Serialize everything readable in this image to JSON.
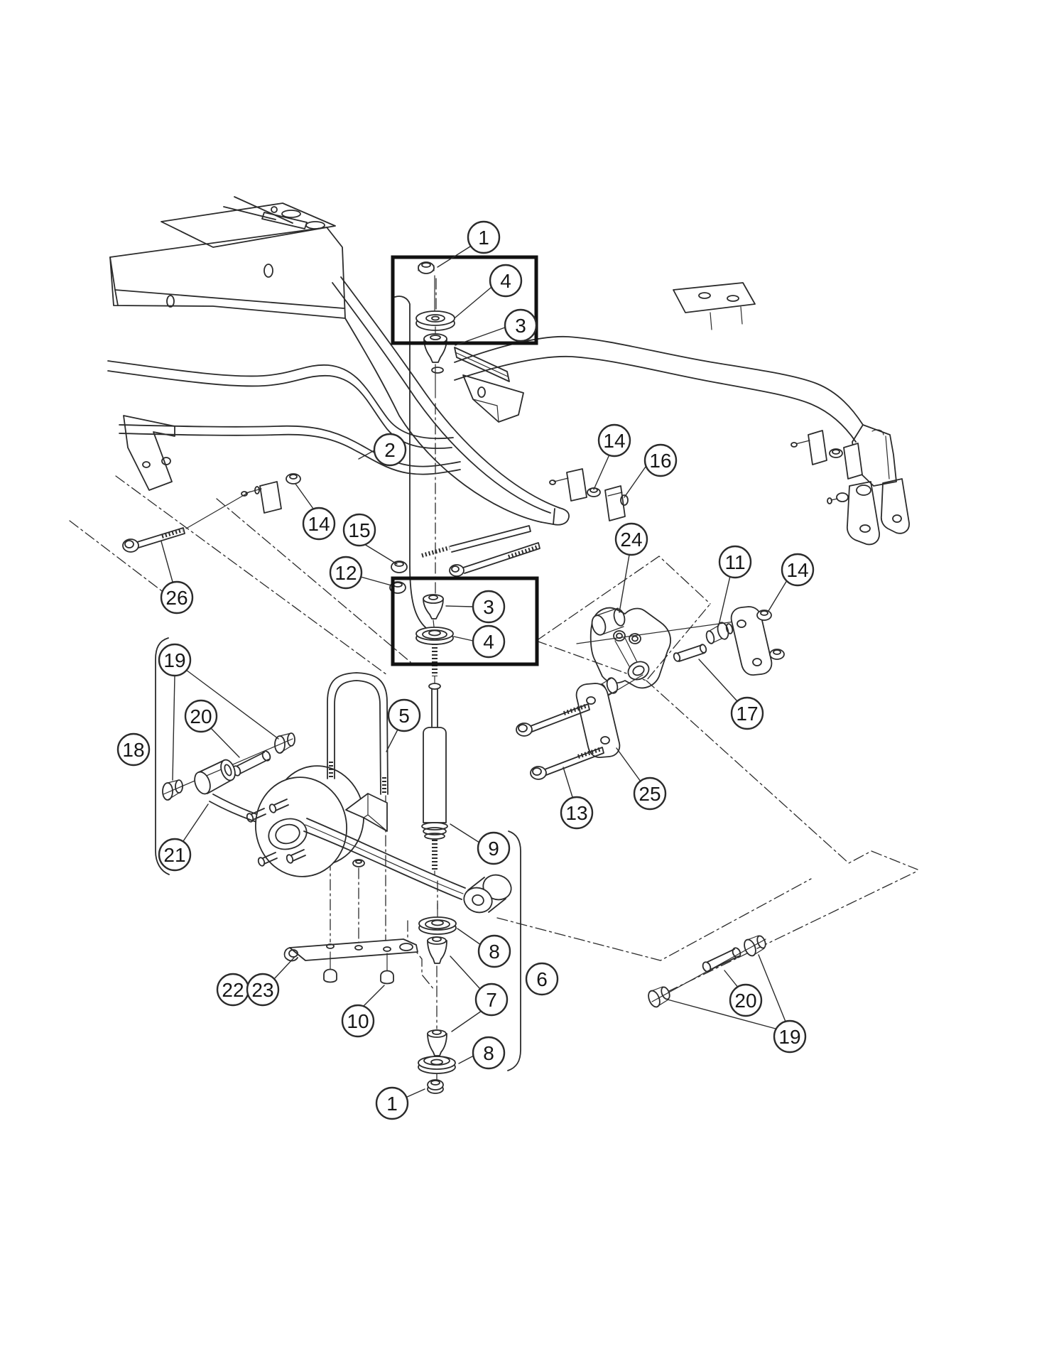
{
  "page": {
    "background": "#ffffff"
  },
  "diagram": {
    "type": "exploded-parts-diagram",
    "subject": "rear suspension exploded view line drawing",
    "line_color": "#2b2b2b",
    "highlight_color": "#111111",
    "highlight_box_count": 2
  },
  "callouts": [
    {
      "label": "1"
    },
    {
      "label": "4"
    },
    {
      "label": "3"
    },
    {
      "label": "2"
    },
    {
      "label": "14"
    },
    {
      "label": "15"
    },
    {
      "label": "12"
    },
    {
      "label": "26"
    },
    {
      "label": "16"
    },
    {
      "label": "14"
    },
    {
      "label": "24"
    },
    {
      "label": "11"
    },
    {
      "label": "14"
    },
    {
      "label": "3"
    },
    {
      "label": "4"
    },
    {
      "label": "19"
    },
    {
      "label": "20"
    },
    {
      "label": "18"
    },
    {
      "label": "5"
    },
    {
      "label": "17"
    },
    {
      "label": "21"
    },
    {
      "label": "25"
    },
    {
      "label": "13"
    },
    {
      "label": "9"
    },
    {
      "label": "8"
    },
    {
      "label": "6"
    },
    {
      "label": "22"
    },
    {
      "label": "23"
    },
    {
      "label": "10"
    },
    {
      "label": "7"
    },
    {
      "label": "8"
    },
    {
      "label": "1"
    },
    {
      "label": "19"
    },
    {
      "label": "20"
    }
  ]
}
